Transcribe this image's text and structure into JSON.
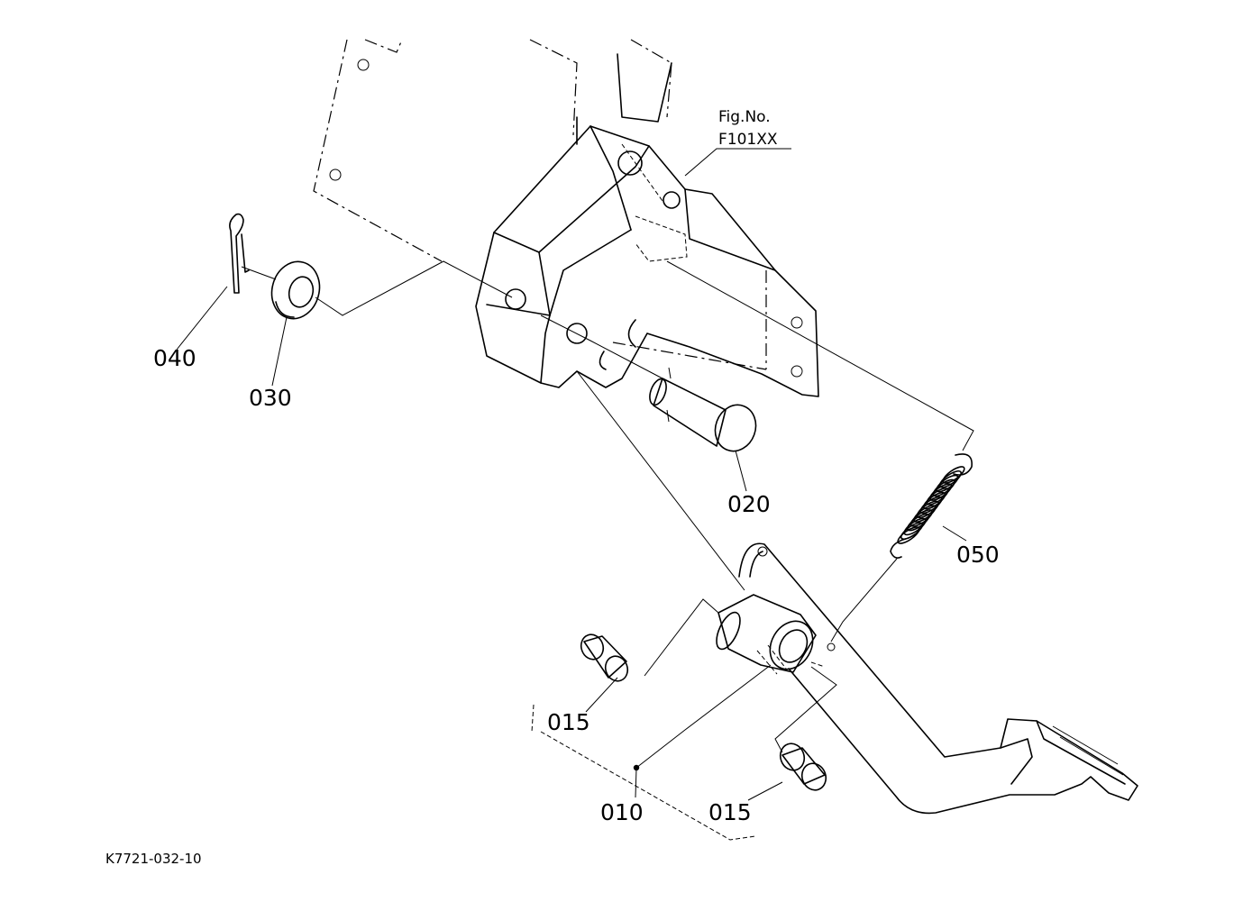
{
  "figure": {
    "fig_no_label": "Fig.No.",
    "fig_no_value": "F101XX",
    "drawing_code": "K7721-032-10"
  },
  "callouts": {
    "pedal": "010",
    "bushing_upper": "015",
    "bushing_lower": "015",
    "pin": "020",
    "washer": "030",
    "cotter_pin": "040",
    "spring": "050"
  }
}
